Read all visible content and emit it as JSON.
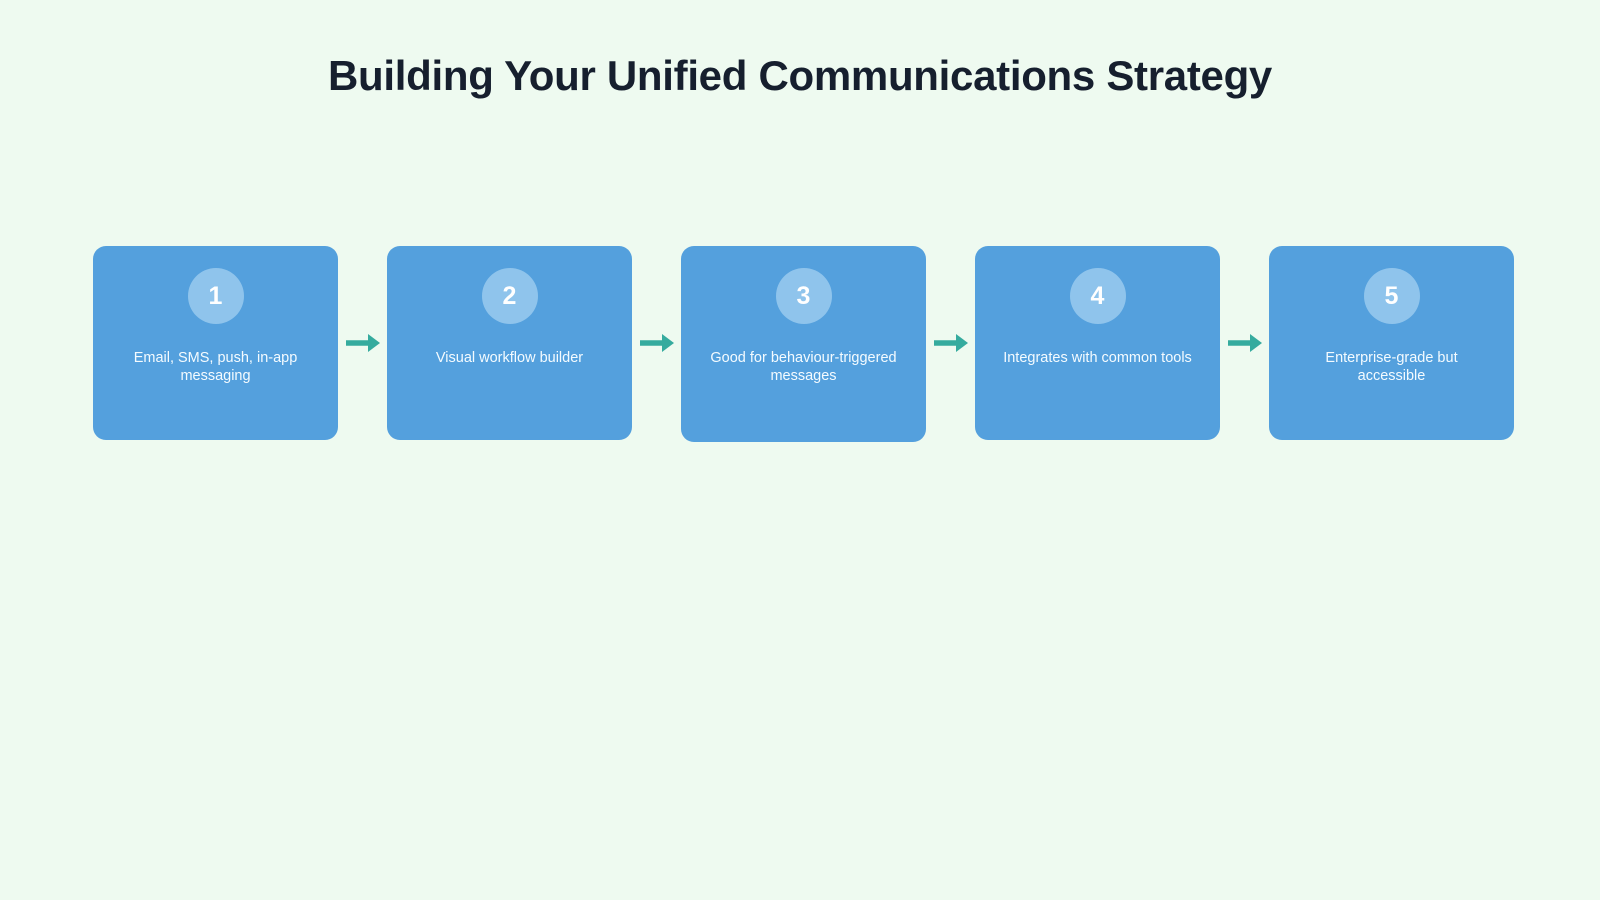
{
  "page": {
    "title": "Building Your Unified Communications Strategy",
    "background_color": "#eefaf0",
    "title_color": "#161f2e"
  },
  "flow": {
    "card_color": "#54a0dd",
    "badge_color": "#8fc4ec",
    "arrow_color": "#35ab9e",
    "text_color": "#f4fbff",
    "arrow_icon": "arrow-right-icon",
    "steps": [
      {
        "number": "1",
        "description": "Email, SMS, push, in-app messaging"
      },
      {
        "number": "2",
        "description": "Visual workflow builder"
      },
      {
        "number": "3",
        "description": "Good for behaviour-triggered messages"
      },
      {
        "number": "4",
        "description": "Integrates with common tools"
      },
      {
        "number": "5",
        "description": "Enterprise-grade but accessible"
      }
    ]
  }
}
